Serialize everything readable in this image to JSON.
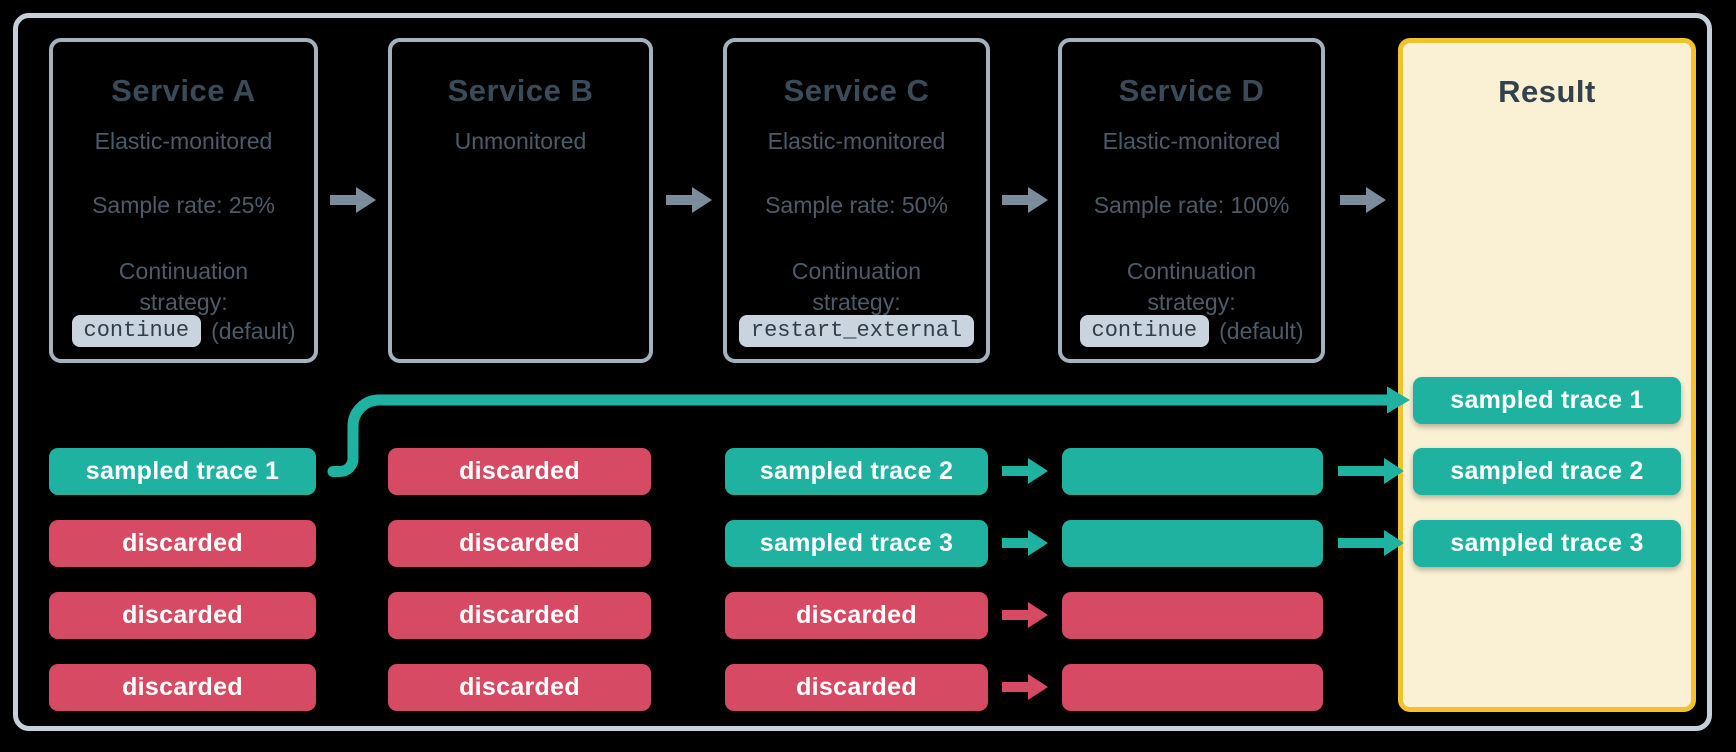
{
  "diagram": {
    "services": [
      {
        "title": "Service A",
        "subtitle": "Elastic-monitored",
        "sample_rate": "Sample rate: 25%",
        "continuation_label_1": "Continuation",
        "continuation_label_2": "strategy:",
        "strategy_code": "continue",
        "strategy_suffix": "(default)"
      },
      {
        "title": "Service B",
        "subtitle": "Unmonitored"
      },
      {
        "title": "Service C",
        "subtitle": "Elastic-monitored",
        "sample_rate": "Sample rate: 50%",
        "continuation_label_1": "Continuation",
        "continuation_label_2": "strategy:",
        "strategy_code": "restart_external",
        "strategy_suffix": ""
      },
      {
        "title": "Service D",
        "subtitle": "Elastic-monitored",
        "sample_rate": "Sample rate: 100%",
        "continuation_label_1": "Continuation",
        "continuation_label_2": "strategy:",
        "strategy_code": "continue",
        "strategy_suffix": "(default)"
      }
    ],
    "columns": {
      "service_a": [
        "sampled trace 1",
        "discarded",
        "discarded",
        "discarded"
      ],
      "service_b": [
        "discarded",
        "discarded",
        "discarded",
        "discarded"
      ],
      "service_c": [
        "sampled trace 2",
        "sampled trace 3",
        "discarded",
        "discarded"
      ]
    },
    "result": {
      "title": "Result",
      "pills": [
        "sampled trace 1",
        "sampled trace 2",
        "sampled trace 3"
      ]
    },
    "colors": {
      "sampled_teal": "#20b2a0",
      "discarded_red": "#d64a64",
      "flow_arrow_gray": "#7b8c9c",
      "service_box_border": "#a6b1be",
      "outer_frame_border": "#c6d0da",
      "title_text": "#3b4a58",
      "body_text": "#4c5b69",
      "code_chip_bg": "#c9d4de",
      "code_chip_text": "#2f3e4b",
      "result_bg": "#faf0d4",
      "result_border": "#f2c12e",
      "pill_text": "#ffffff"
    }
  }
}
